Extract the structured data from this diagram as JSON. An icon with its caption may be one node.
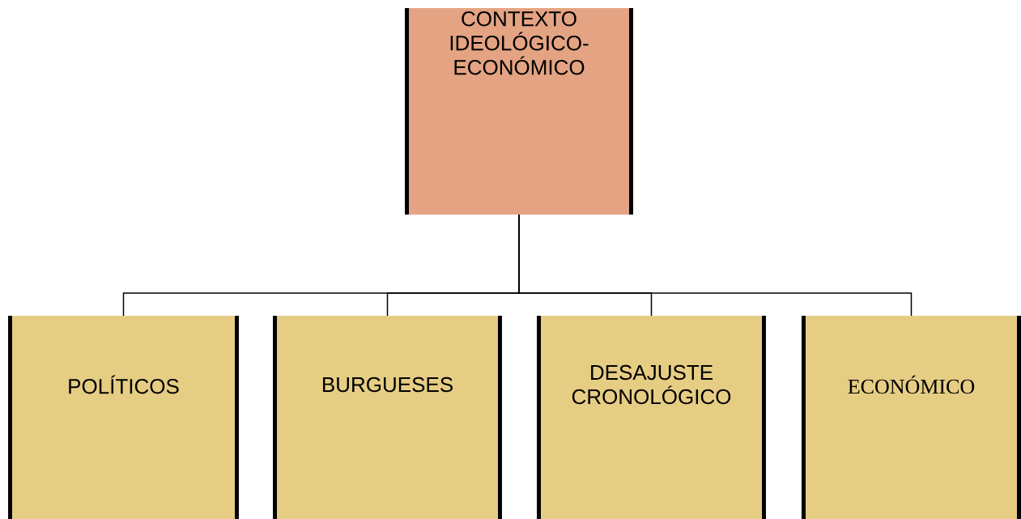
{
  "diagram": {
    "nodes": [
      {
        "text": [
          "CONTEXTO IDEOLÓGICO-ECONÓMICO"
        ]
      },
      {
        "text": [
          "POLÍTICOS"
        ]
      },
      {
        "text": [
          "BURGUESES"
        ]
      },
      {
        "text": [
          "DESAJUSTE CRONOLÓGICO"
        ]
      },
      {
        "text": [
          "ECONÓMICO"
        ]
      }
    ],
    "edges": [
      {
        "from": 0,
        "to": 1,
        "arrow": "none"
      },
      {
        "from": 0,
        "to": 2,
        "arrow": "none"
      },
      {
        "from": 0,
        "to": 3,
        "arrow": "none"
      },
      {
        "from": 0,
        "to": 4,
        "arrow": "none"
      }
    ]
  }
}
